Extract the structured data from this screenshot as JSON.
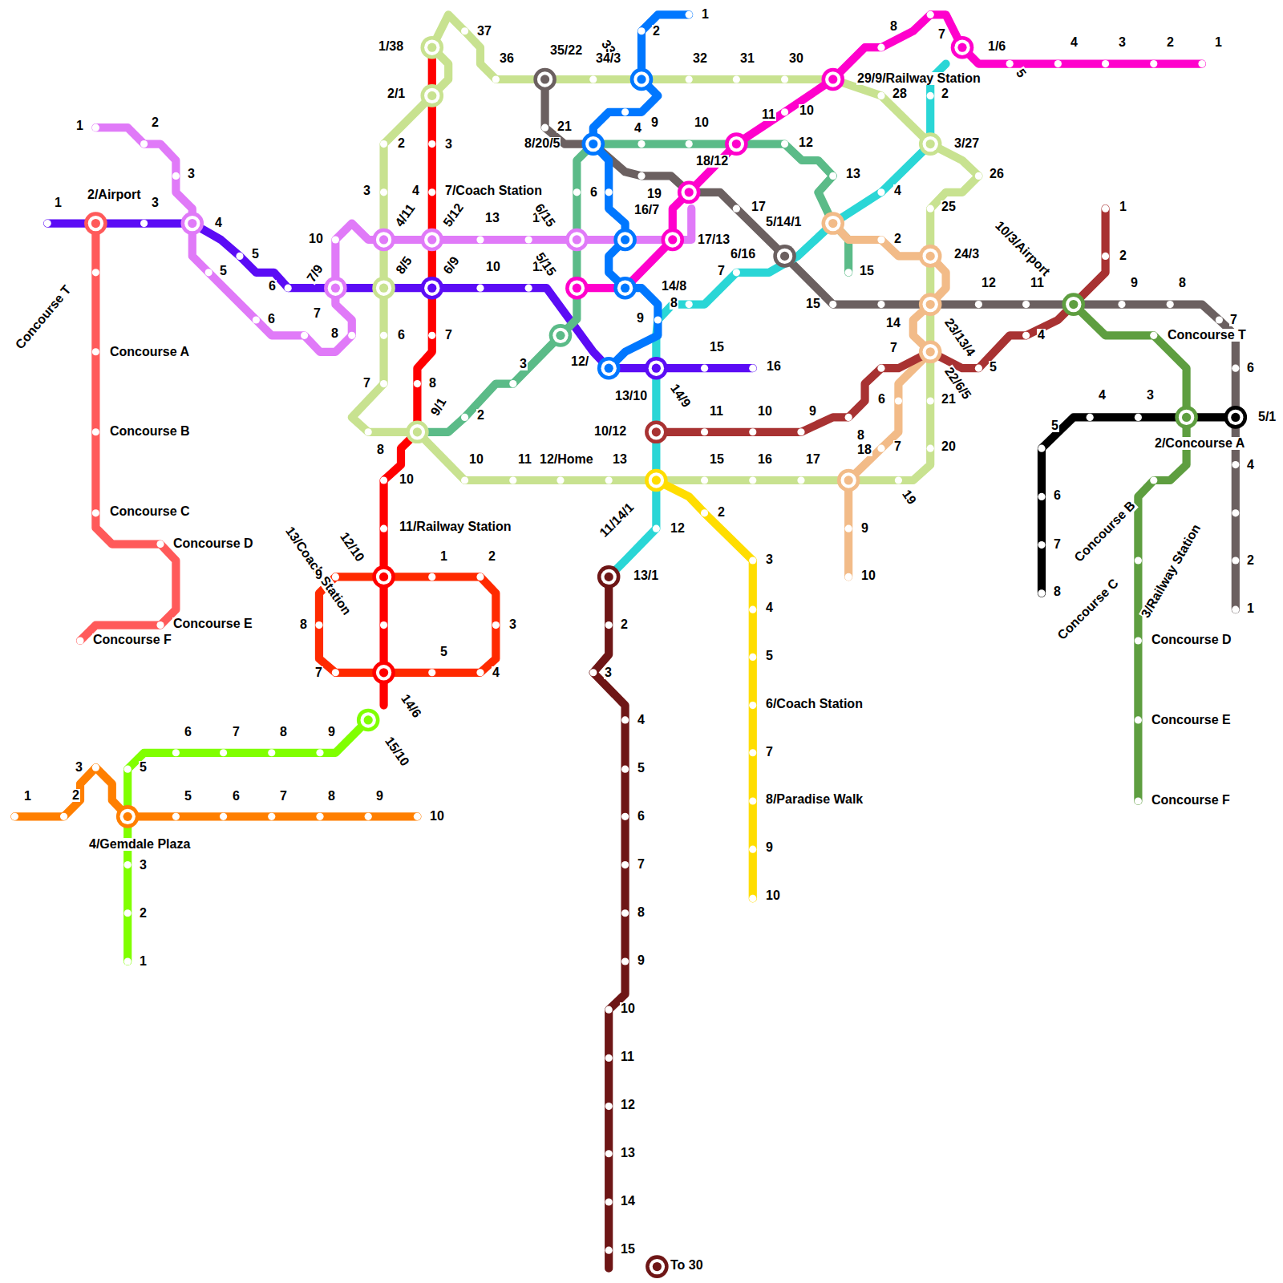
{
  "diagram": {
    "labels": [
      "1",
      "2/Airport",
      "3",
      "4",
      "5",
      "6",
      "7/9",
      "8/5",
      "6/9",
      "10",
      "11",
      "5/15",
      "12/",
      "13/10",
      "14/9",
      "15",
      "16",
      "1",
      "2",
      "3",
      "5",
      "6",
      "7",
      "8",
      "10",
      "4/11",
      "5/12",
      "13",
      "14",
      "6/15",
      "16/7",
      "17/13",
      "1/38",
      "2/1",
      "3",
      "4",
      "7/Coach Station",
      "7",
      "8",
      "9/1",
      "8",
      "10",
      "11/Railway Station",
      "12/10",
      "13/Coach Station",
      "14/6",
      "15/10",
      "1",
      "2",
      "3",
      "4",
      "5",
      "7",
      "8",
      "9",
      "6",
      "7",
      "8",
      "9",
      "5",
      "3",
      "2",
      "1",
      "1",
      "2",
      "3",
      "4/Gemdale Plaza",
      "5",
      "6",
      "7",
      "8",
      "9",
      "10",
      "Concourse T",
      "Concourse A",
      "Concourse B",
      "Concourse C",
      "Concourse D",
      "Concourse E",
      "Concourse F",
      "37",
      "36",
      "35/22",
      "33/3",
      "34/3",
      "32",
      "31",
      "30",
      "29/9/Railway Station",
      "28",
      "3/27",
      "26",
      "25",
      "24/3",
      "14",
      "23/13/4",
      "22/6/5",
      "21",
      "20",
      "19",
      "18",
      "17",
      "16",
      "15",
      "13",
      "12/Home",
      "11",
      "10",
      "7",
      "6",
      "3",
      "2",
      "1",
      "2",
      "9",
      "8/20/5",
      "21",
      "6",
      "14/8",
      "9",
      "8",
      "1",
      "2",
      "3",
      "4",
      "5",
      "1/6",
      "7",
      "8",
      "10",
      "11",
      "18/12",
      "19",
      "17",
      "5/14/1",
      "6/16",
      "15",
      "12",
      "11",
      "10/3/Airport",
      "9",
      "8",
      "7",
      "Concourse T",
      "6",
      "5/1",
      "4",
      "2",
      "1",
      "3/Railway Station",
      "4",
      "10",
      "12",
      "13",
      "15",
      "2",
      "3",
      "2",
      "2",
      "4",
      "7",
      "12",
      "11/14/1",
      "10/12",
      "13/1",
      "6",
      "7",
      "9",
      "10",
      "1",
      "2",
      "4",
      "5",
      "7",
      "8",
      "9",
      "10",
      "11",
      "2",
      "3",
      "4",
      "5",
      "6/Coach Station",
      "7",
      "8/Paradise Walk",
      "9",
      "10",
      "2",
      "3",
      "4",
      "5",
      "6",
      "7",
      "8",
      "9",
      "10",
      "11",
      "12",
      "13",
      "14",
      "15",
      "To 30",
      "2/Concourse A",
      "Concourse B",
      "Concourse C",
      "Concourse D",
      "Concourse E",
      "Concourse F",
      "4",
      "3",
      "5",
      "6",
      "7",
      "8"
    ]
  }
}
